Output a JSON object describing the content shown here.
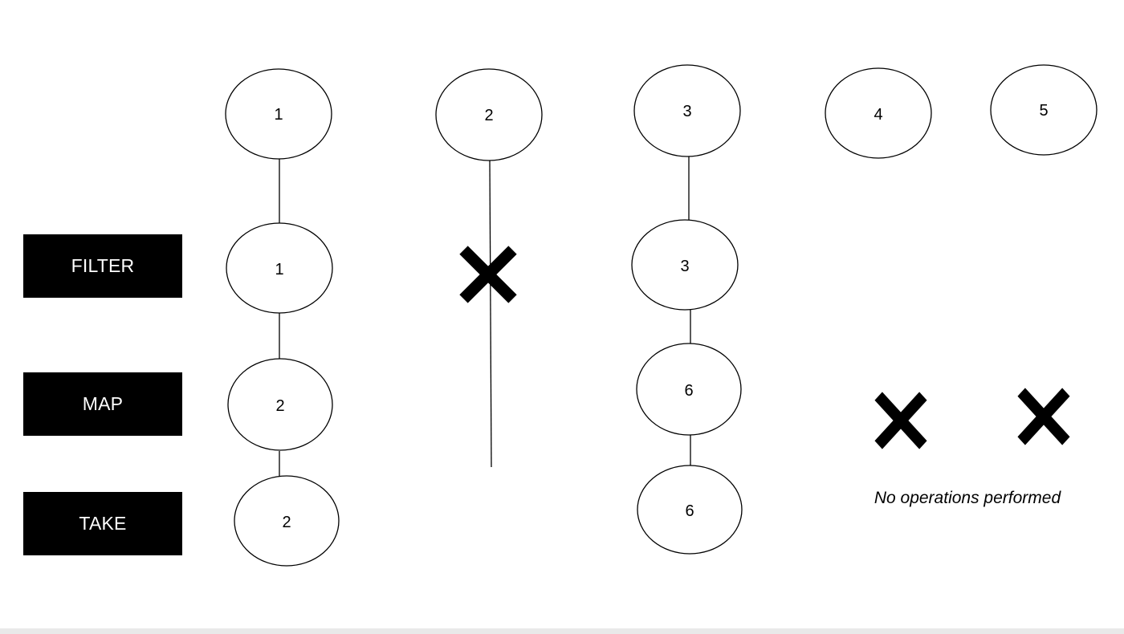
{
  "operations": {
    "filter": "FILTER",
    "map": "MAP",
    "take": "TAKE"
  },
  "source_elements": [
    "1",
    "2",
    "3",
    "4",
    "5"
  ],
  "pipelines": [
    {
      "source": "1",
      "after_filter": "1",
      "after_map": "2",
      "after_take": "2"
    },
    {
      "source": "2",
      "after_filter": null,
      "filtered_out": true
    },
    {
      "source": "3",
      "after_filter": "3",
      "after_map": "6",
      "after_take": "6"
    },
    {
      "source": "4",
      "processed": false
    },
    {
      "source": "5",
      "processed": false
    }
  ],
  "note": "No operations performed",
  "colors": {
    "label_background": "#000000",
    "label_text": "#ffffff",
    "node_stroke": "#000000",
    "cross_mark": "#000000",
    "bottom_bar": "#e9e9e9"
  },
  "icons": [
    "cross-icon"
  ]
}
